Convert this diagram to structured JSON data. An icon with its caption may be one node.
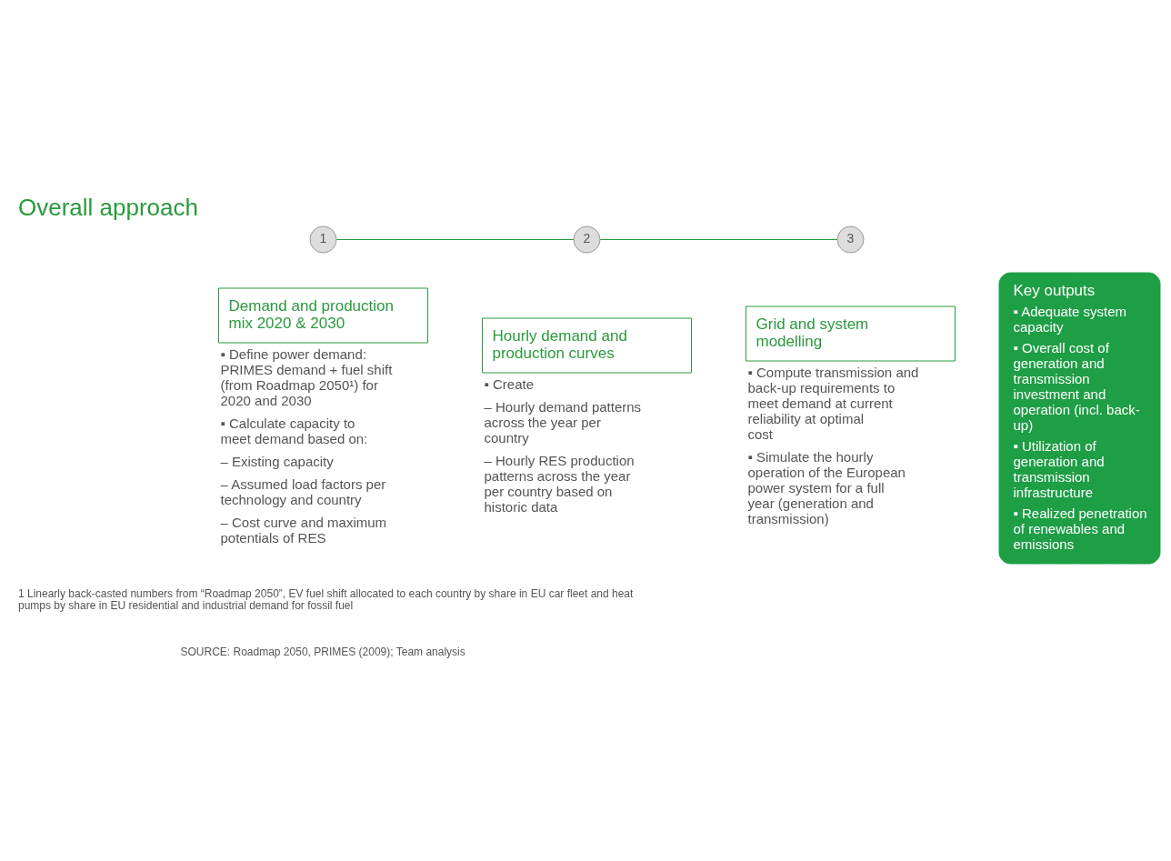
{
  "diagram": {
    "title": "Overall approach",
    "nodes": [
      {
        "text": [
          "1"
        ]
      },
      {
        "text": [
          "Demand and production mix 2020 & 2030"
        ],
        "beside": [
          "▪ Define power demand: PRIMES demand + fuel shift (from Roadmap 2050¹) for 2020 and 2030",
          "▪ Calculate capacity to meet demand based on:",
          "– Existing capacity",
          "– Assumed load factors per technology and country",
          "– Cost curve and maximum potentials of RES"
        ]
      },
      {
        "text": [
          "2"
        ]
      },
      {
        "text": [
          "Hourly demand and production curves"
        ],
        "beside": [
          "▪ Create",
          "– Hourly demand patterns across the year per country",
          "– Hourly RES production patterns across the year per country based on historic data"
        ]
      },
      {
        "text": [
          "3"
        ]
      },
      {
        "text": [
          "Grid and system modelling"
        ],
        "beside": [
          "▪ Compute transmission and back-up requirements to meet demand at current reliability at optimal cost",
          "▪ Simulate the hourly operation of the European power system for a full year (generation and transmission)"
        ]
      },
      {
        "text": [
          "Key outputs",
          "▪ Adequate system capacity",
          "▪ Overall cost of generation and transmission investment and operation (incl. back-up)",
          "▪ Utilization of generation and transmission infrastructure",
          "▪ Realized penetration of renewables and emissions"
        ]
      }
    ],
    "edges": [
      {
        "from": 0,
        "to": 2,
        "arrow": "none"
      },
      {
        "from": 2,
        "to": 4,
        "arrow": "none"
      }
    ],
    "labels": [
      "1 Linearly back-casted numbers from “Roadmap 2050”, EV fuel shift allocated to each country by share in EU car fleet and heat pumps by share in EU residential and industrial demand for fossil fuel",
      "SOURCE: Roadmap 2050, PRIMES (2009); Team analysis"
    ]
  }
}
